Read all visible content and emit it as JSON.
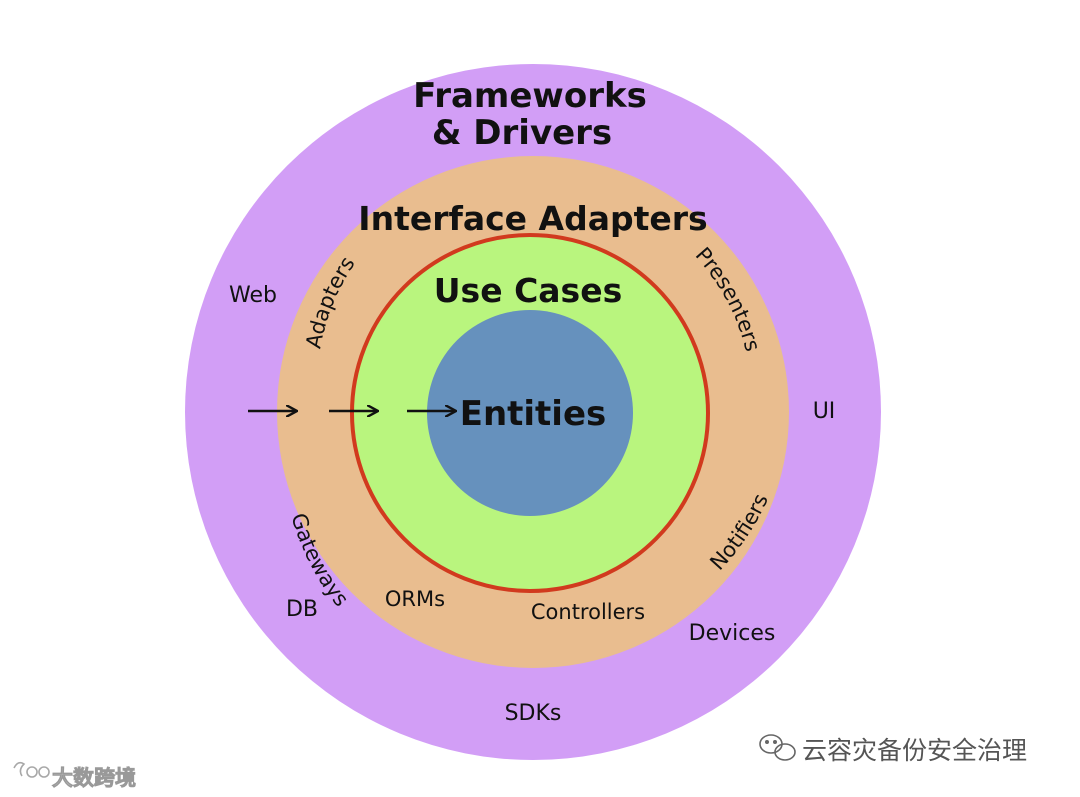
{
  "rings": {
    "frameworks": {
      "line1": "Frameworks",
      "line2": "& Drivers",
      "color": "#D29EF6"
    },
    "interface_adapters": {
      "label": "Interface Adapters",
      "color": "#E9BD8F"
    },
    "use_cases": {
      "label": "Use Cases",
      "color": "#B9F57E",
      "border_color": "#D13A1E"
    },
    "entities": {
      "label": "Entities",
      "color": "#6691BD"
    }
  },
  "frameworks_items": {
    "web": "Web",
    "ui": "UI",
    "db": "DB",
    "devices": "Devices",
    "sdks": "SDKs"
  },
  "adapter_items": {
    "adapters": "Adapters",
    "presenters": "Presenters",
    "gateways": "Gateways",
    "notifiers": "Notifiers",
    "orms": "ORMs",
    "controllers": "Controllers"
  },
  "watermarks": {
    "left": "大数跨境",
    "right": "云容灾备份安全治理"
  }
}
